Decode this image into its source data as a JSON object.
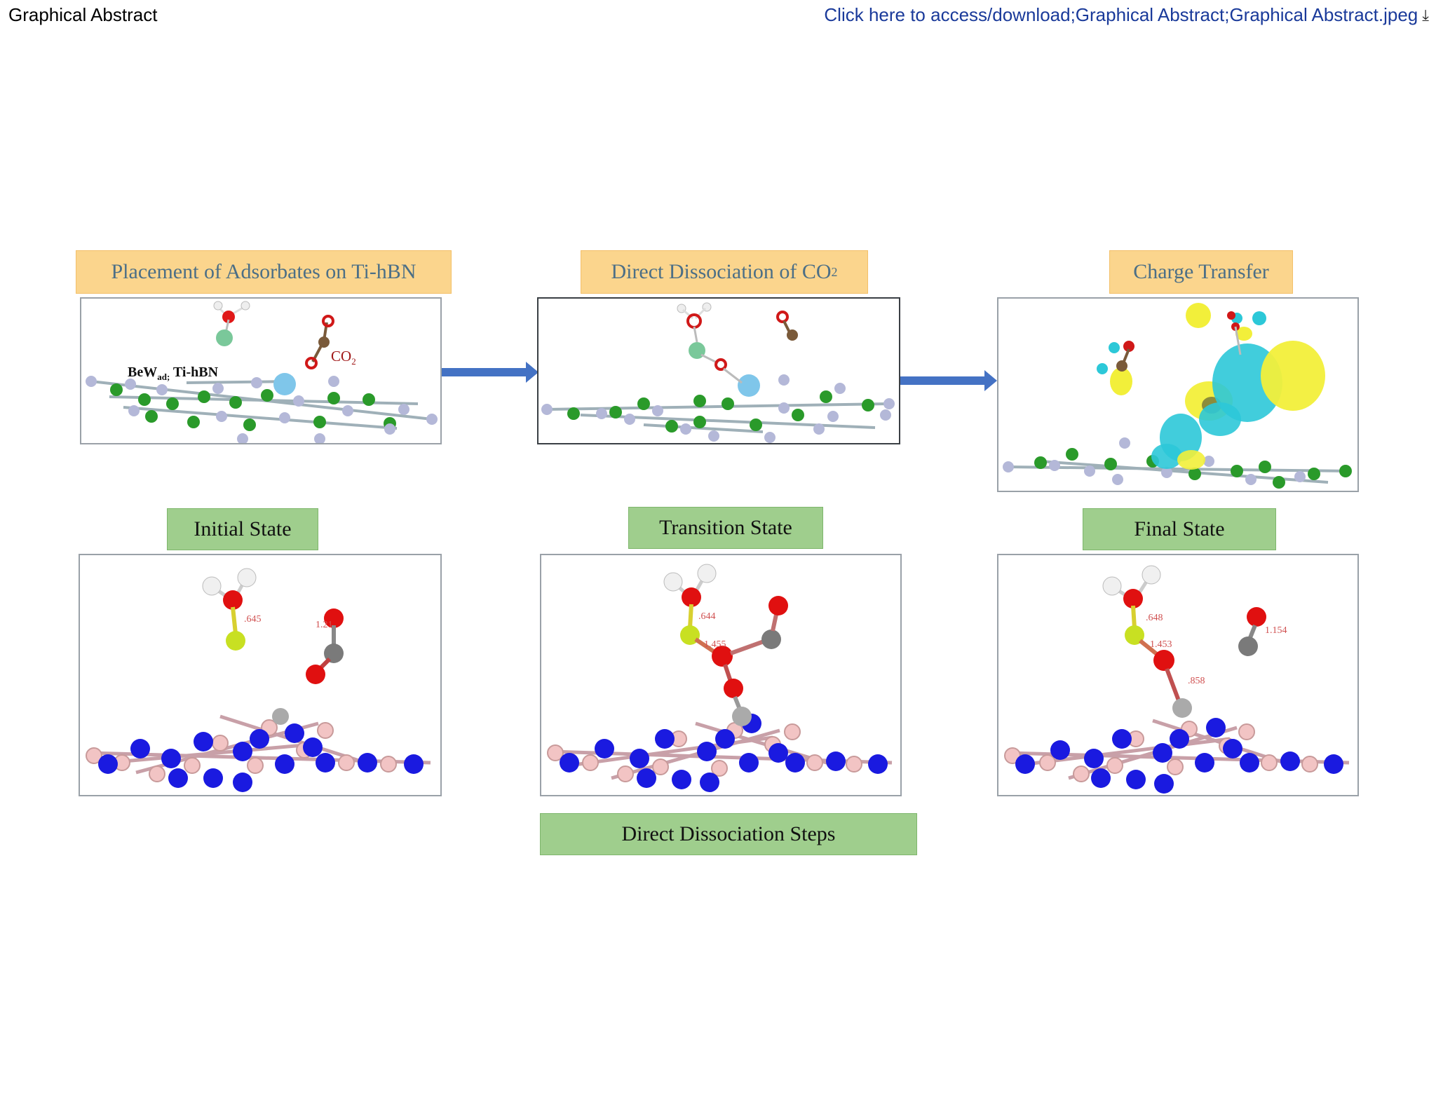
{
  "header": {
    "title": "Graphical Abstract",
    "download_link": "Click here to access/download;Graphical Abstract;Graphical Abstract.jpeg",
    "download_icon": "download-icon"
  },
  "top_row": {
    "placement": {
      "label": "Placement of Adsorbates on Ti-hBN",
      "mol_label": "BeW",
      "mol_sub": "ad;",
      "mol_tail": " Ti-hBN",
      "co2_label": "CO",
      "co2_sub": "2"
    },
    "dissociation": {
      "label": "Direct Dissociation of CO",
      "label_sub": "2"
    },
    "charge": {
      "label": "Charge Transfer"
    }
  },
  "bottom_row": {
    "initial": {
      "label": "Initial State",
      "dist_a": ".645",
      "dist_b": "1.21"
    },
    "transition": {
      "label": "Transition State",
      "dist_a": ".644",
      "dist_b": "1.455"
    },
    "final": {
      "label": "Final State",
      "dist_a": ".648",
      "dist_b": "1.453",
      "dist_c": ".858",
      "dist_d": "1.154"
    }
  },
  "footer_label": "Direct Dissociation Steps",
  "colors": {
    "orange_label": "#fbd58d",
    "green_label": "#9fce8d",
    "arrow": "#4472c4",
    "nitrogen": "#1a1ae0",
    "boron": "#f2c4c4",
    "oxygen": "#e01010",
    "carbon": "#7a7a7a",
    "hydrogen": "#eeeeee",
    "charge_cyan": "#2cc8d8",
    "charge_yellow": "#f2ef3a"
  }
}
